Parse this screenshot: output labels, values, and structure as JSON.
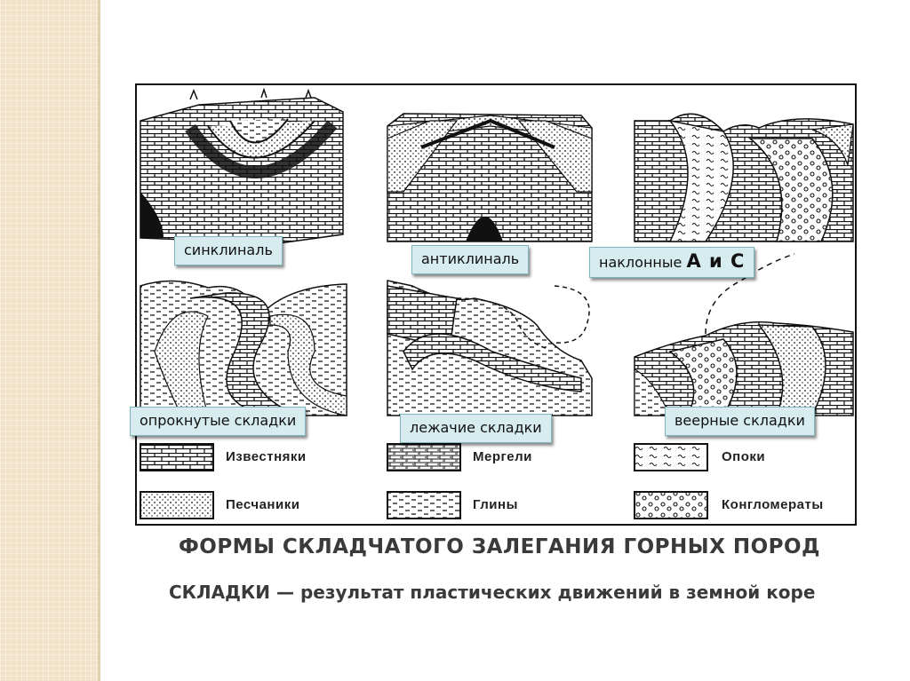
{
  "labels": {
    "syncline": "синклиналь",
    "anticline": "антиклиналь",
    "inclined_prefix": "наклонные",
    "inclined_letters": "А и С",
    "overturned": "опрокнутые складки",
    "recumbent": "лежачие складки",
    "fan": "веерные складки"
  },
  "legend": {
    "limestone": "Известняки",
    "marls": "Мергели",
    "opoka": "Опоки",
    "sandstone": "Песчаники",
    "clays": "Глины",
    "conglomerate": "Конгломераты"
  },
  "caption": {
    "title": "ФОРМЫ СКЛАДЧАТОГО ЗАЛЕГАНИЯ ГОРНЫХ ПОРОД",
    "subtitle": "СКЛАДКИ — результат пластических движений в земной коре"
  },
  "colors": {
    "label_bg": "#d6ecef",
    "label_border": "#7fb3bd",
    "side_strip": "#f1e2c8",
    "caption_text": "#3a3a3a"
  }
}
